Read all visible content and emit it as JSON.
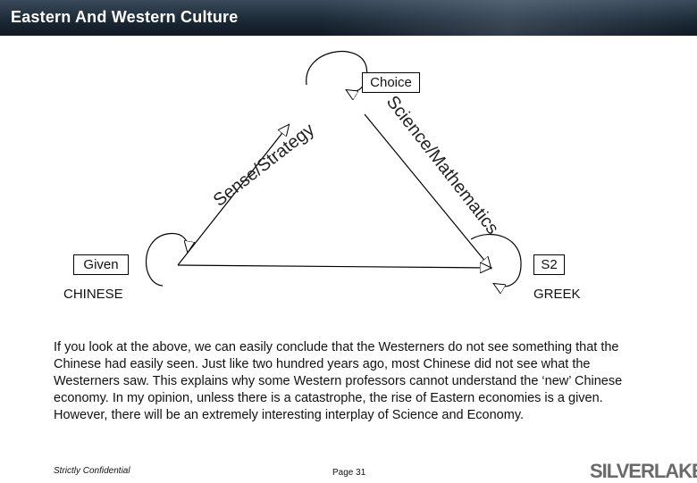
{
  "header": {
    "title": "Eastern And Western Culture"
  },
  "diagram": {
    "top_box": "Choice",
    "left_box": "Given",
    "right_box": "S2",
    "left_caption": "CHINESE",
    "right_caption": "GREEK",
    "left_edge_label": "Sense/Strategy",
    "right_edge_label": "Science/Mathematics"
  },
  "body": {
    "paragraph": "If you look at the above, we can easily conclude that the Westerners do not see something that the Chinese had easily seen. Just like two hundred years ago, most Chinese did not see what the Westerners saw. This explains why some Western professors cannot understand the ‘new’ Chinese economy. In my opinion, unless there is a catastrophe, the rise of Eastern economies is a given. However, there will be an extremely interesting interplay of Science and Economy."
  },
  "footer": {
    "confidentiality": "Strictly Confidential",
    "page": "Page 31",
    "logo": "SILVERLAKE"
  }
}
